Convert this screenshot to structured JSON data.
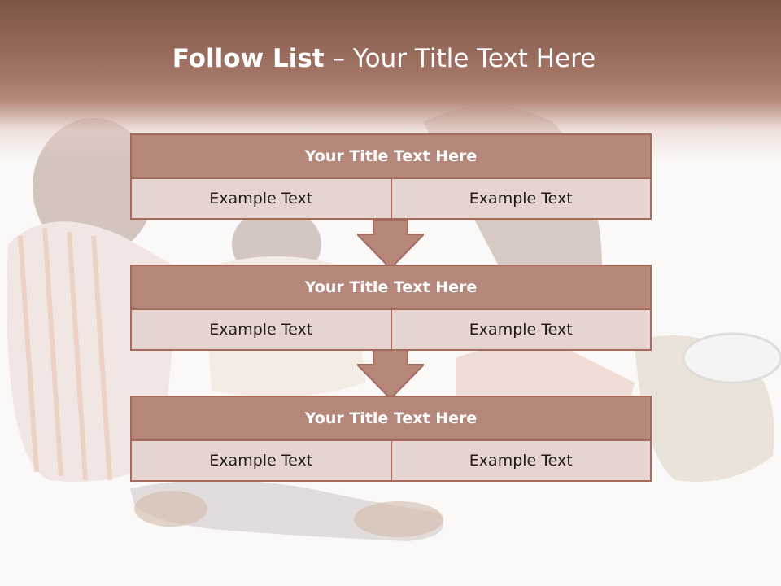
{
  "slide": {
    "title_strong": "Follow List",
    "title_rest": " – Your Title Text Here",
    "steps": [
      {
        "title": "Your Title Text Here",
        "left": "Example Text",
        "right": "Example Text"
      },
      {
        "title": "Your Title Text Here",
        "left": "Example Text",
        "right": "Example Text"
      },
      {
        "title": "Your Title Text Here",
        "left": "Example Text",
        "right": "Example Text"
      }
    ]
  },
  "colors": {
    "header": "#7d5446",
    "box_head": "#b5877a",
    "box_cell": "#e6d4d1",
    "border": "#a46b5c"
  }
}
